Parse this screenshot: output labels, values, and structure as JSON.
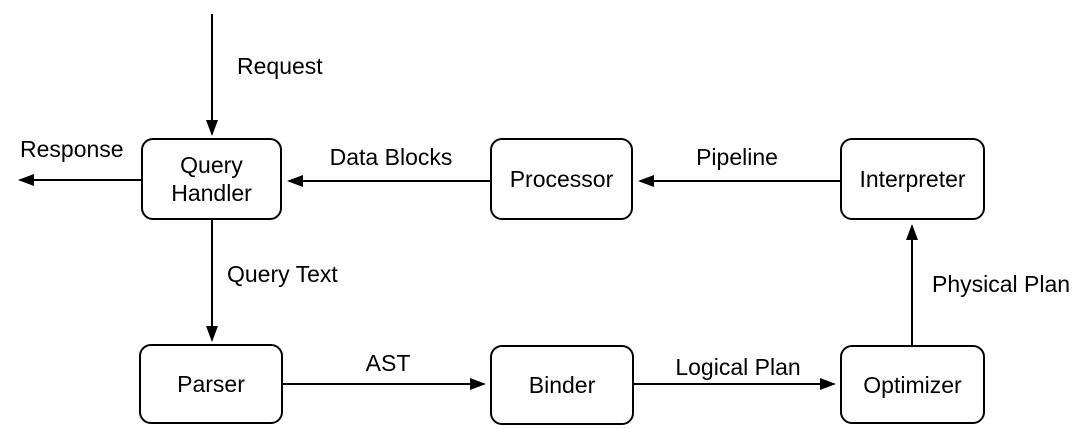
{
  "diagram": {
    "type": "flowchart",
    "colors": {
      "stroke": "#000000",
      "node_fill": "#ffffff",
      "text": "#000000",
      "background": "#ffffff"
    },
    "nodes": [
      {
        "id": "query-handler",
        "label": "Query Handler"
      },
      {
        "id": "processor",
        "label": "Processor"
      },
      {
        "id": "interpreter",
        "label": "Interpreter"
      },
      {
        "id": "parser",
        "label": "Parser"
      },
      {
        "id": "binder",
        "label": "Binder"
      },
      {
        "id": "optimizer",
        "label": "Optimizer"
      }
    ],
    "edges": [
      {
        "label": "Request",
        "from": "external",
        "to": "query-handler",
        "direction": "down"
      },
      {
        "label": "Response",
        "from": "query-handler",
        "to": "external",
        "direction": "left"
      },
      {
        "label": "Data Blocks",
        "from": "processor",
        "to": "query-handler",
        "direction": "left"
      },
      {
        "label": "Pipeline",
        "from": "interpreter",
        "to": "processor",
        "direction": "left"
      },
      {
        "label": "Query Text",
        "from": "query-handler",
        "to": "parser",
        "direction": "down"
      },
      {
        "label": "AST",
        "from": "parser",
        "to": "binder",
        "direction": "right"
      },
      {
        "label": "Logical Plan",
        "from": "binder",
        "to": "optimizer",
        "direction": "right"
      },
      {
        "label": "Physical Plan",
        "from": "optimizer",
        "to": "interpreter",
        "direction": "up"
      }
    ]
  }
}
